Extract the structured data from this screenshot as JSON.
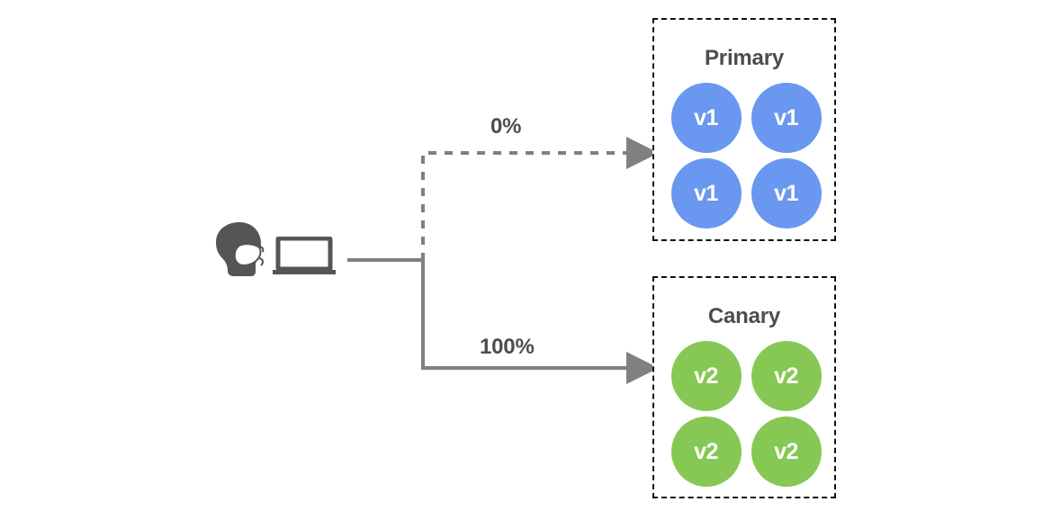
{
  "diagram": {
    "type": "traffic-split-canary-deployment",
    "background_color": "#ffffff",
    "title_color": "#4d4d4d",
    "edge_color": "#808080",
    "box_border_color": "#111111"
  },
  "actor": {
    "person_icon_name": "person-with-face-mask-icon",
    "laptop_icon_name": "laptop-icon",
    "icon_color": "#555555"
  },
  "edges": [
    {
      "id": "edge-primary",
      "label": "0%",
      "style": "dashed",
      "target": "Primary",
      "arrowhead": "filled-triangle"
    },
    {
      "id": "edge-canary",
      "label": "100%",
      "style": "solid",
      "target": "Canary",
      "arrowhead": "filled-triangle"
    }
  ],
  "groups": [
    {
      "id": "primary",
      "title": "Primary",
      "node_color": "#6a97f0",
      "node_label": "v1",
      "nodes": [
        "v1",
        "v1",
        "v1",
        "v1"
      ]
    },
    {
      "id": "canary",
      "title": "Canary",
      "node_color": "#87c754",
      "node_label": "v2",
      "nodes": [
        "v2",
        "v2",
        "v2",
        "v2"
      ]
    }
  ]
}
